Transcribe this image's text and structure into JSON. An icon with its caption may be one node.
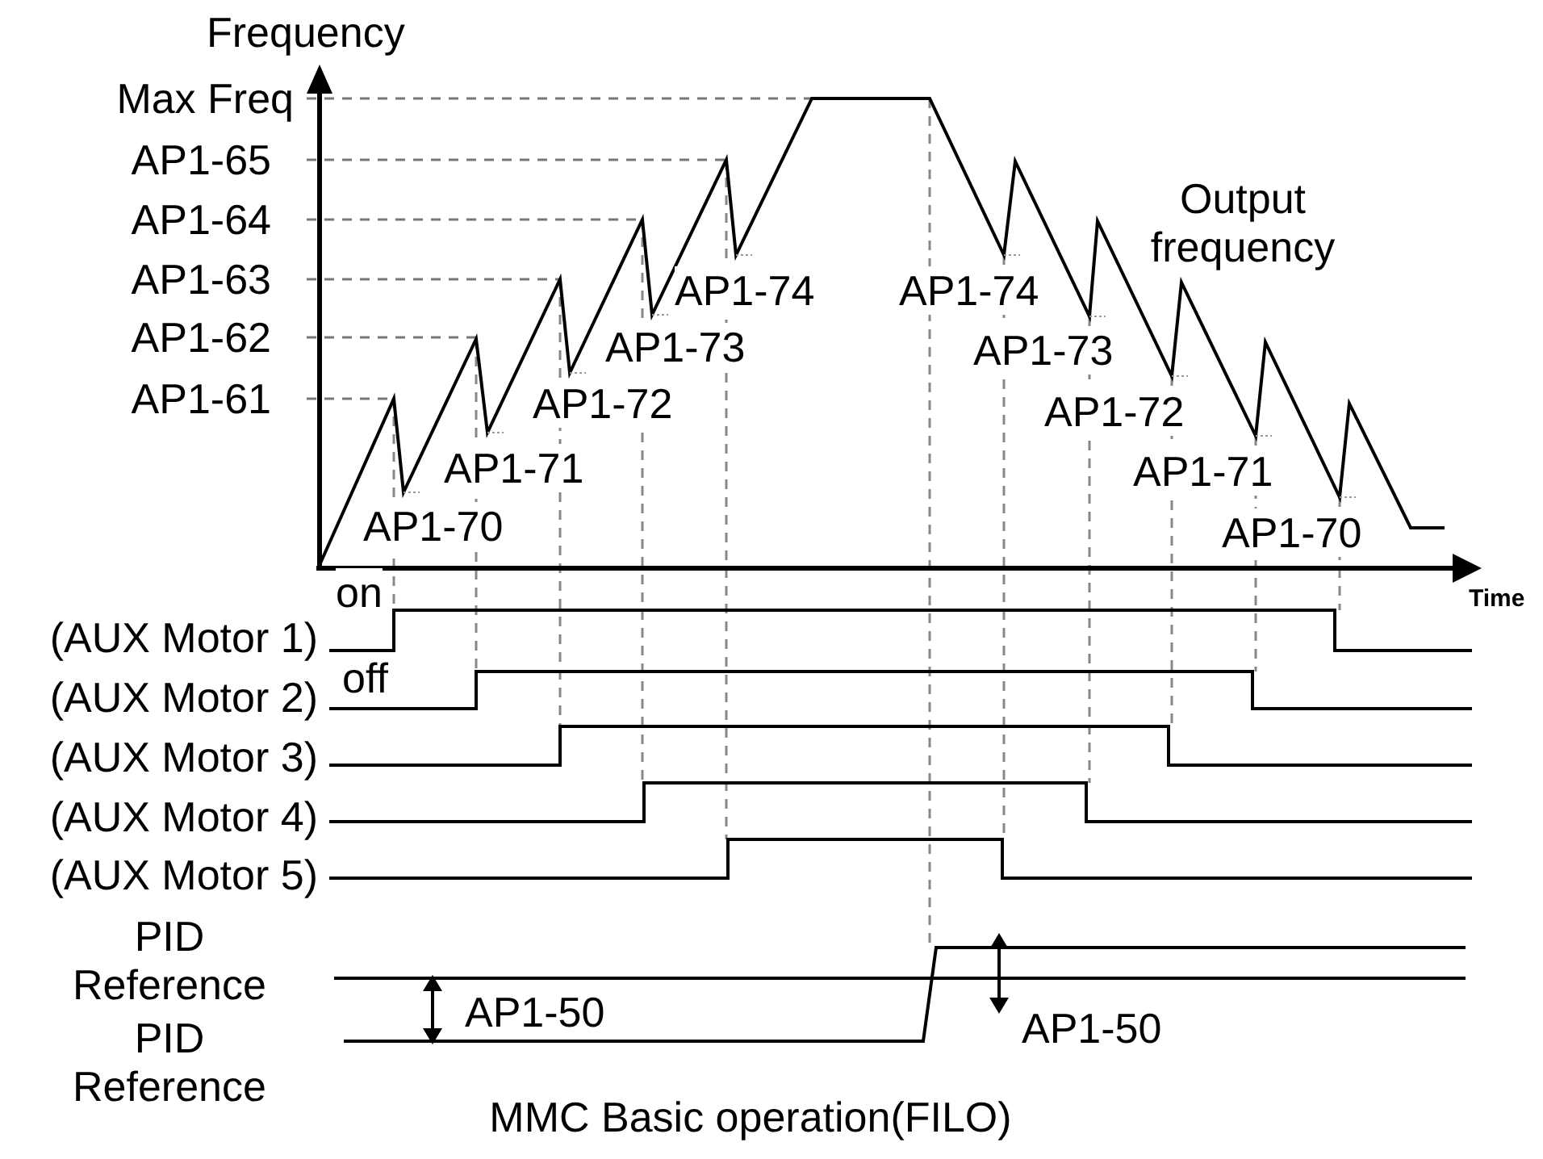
{
  "diagram": {
    "caption": "MMC Basic operation(FILO)",
    "labels": [
      "Frequency",
      "Max Freq",
      "AP1-65",
      "AP1-64",
      "Output frequency",
      "AP1-63",
      "AP1-74",
      "AP1-74",
      "AP1-62",
      "AP1-73",
      "AP1-73",
      "AP1-61",
      "AP1-72",
      "AP1-72",
      "AP1-71",
      "AP1-71",
      "AP1-70",
      "AP1-70",
      "on",
      "Time",
      "(AUX Motor 1)",
      "off",
      "(AUX Motor 2)",
      "(AUX Motor 3)",
      "(AUX Motor 4)",
      "(AUX Motor 5)",
      "PID Reference",
      "AP1-50",
      "PID Reference",
      "AP1-50"
    ]
  }
}
